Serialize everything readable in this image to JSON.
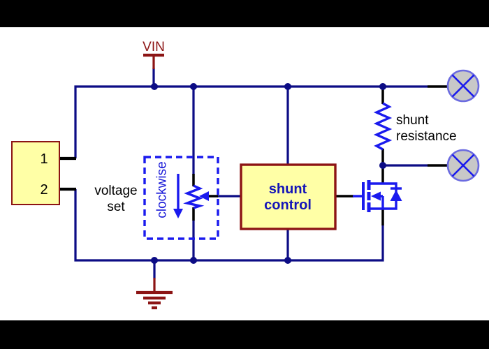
{
  "colors": {
    "band": "#000000",
    "canvas": "#ffffff",
    "wire": "#0c0c85",
    "component": "#1a1aee",
    "darkred": "#8c1414",
    "black": "#000000",
    "boxfill": "#ffffa6",
    "boxtext": "#1414b8",
    "pottext": "#1a1ad8",
    "terminalfill": "#c8c8c8",
    "terminalstroke": "#6b6be0"
  },
  "schematic": {
    "power_label": "VIN",
    "connector": {
      "pin1": "1",
      "pin2": "2"
    },
    "voltage_set": {
      "line1": "voltage",
      "line2": "set"
    },
    "potentiometer_note": "clockwise",
    "shunt_control": {
      "line1": "shunt",
      "line2": "control"
    },
    "shunt_resistance": {
      "line1": "shunt",
      "line2": "resistance"
    }
  }
}
